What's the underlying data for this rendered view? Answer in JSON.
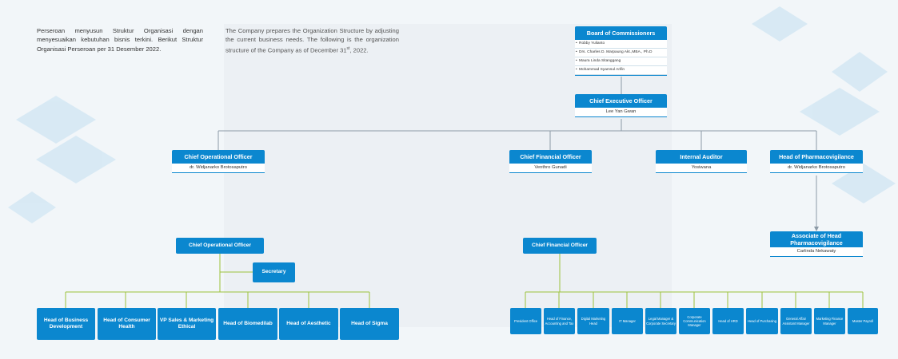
{
  "intro": {
    "id_text": "Perseroan menyusun Struktur Organisasi dengan menyesuaikan kebutuhan bisnis terkini. Berikut Struktur Organisasi Perseroan per 31 Desember 2022.",
    "en_text_1": "The Company prepares the Organization Structure by adjusting the current business needs. The following is the organization structure of the Company as of December 31",
    "en_sup": "st",
    "en_text_2": ", 2022."
  },
  "board": {
    "title": "Board of Commissioners",
    "members": [
      "Robby Yulianto",
      "Drs. Charles D. Marpaung Akt.,MBA., Ph.D",
      "Maura Linda Sitanggang",
      "Mohammad Syamsul Arifin"
    ]
  },
  "ceo": {
    "title": "Chief Executive Officer",
    "name": "Lee Yan Gwan"
  },
  "coo": {
    "title": "Chief Operational Officer",
    "name": "dr. Widjanarko Brotosaputro"
  },
  "cfo": {
    "title": "Chief Financial Officer",
    "name": "Venthro Gunadi"
  },
  "auditor": {
    "title": "Internal Auditor",
    "name": "Yosiwana"
  },
  "pharma": {
    "title": "Head of Pharmacovigilance",
    "name": "dr. Widjanarko Brotosaputro"
  },
  "assoc": {
    "title": "Associate of Head Pharmacovigilance",
    "name": "Carlinda Nekawaty"
  },
  "coo2": {
    "title": "Chief Operational Officer"
  },
  "secretary": {
    "title": "Secretary"
  },
  "cfo2": {
    "title": "Chief Financial Officer"
  },
  "coo_units": [
    "Head of Business Development",
    "Head of Consumer Health",
    "VP Sales & Marketing Ethical",
    "Head of Biomedilab",
    "Head of Aesthetic",
    "Head of Sigma"
  ],
  "cfo_units": [
    "President Office",
    "Head of Finance, Accounting and Tax",
    "Digital Marketing Head",
    "IT Manager",
    "Legal Manager & Corporate Secretary",
    "Corporate Communication Manager",
    "Head of HRD",
    "Head of Purchasing",
    "General Affair Assistant Manager",
    "Marketing Finance Manager",
    "Master Payroll"
  ],
  "colors": {
    "box": "#0b87cf",
    "line_gray": "#8c9aa6",
    "line_green": "#9cc23c"
  }
}
